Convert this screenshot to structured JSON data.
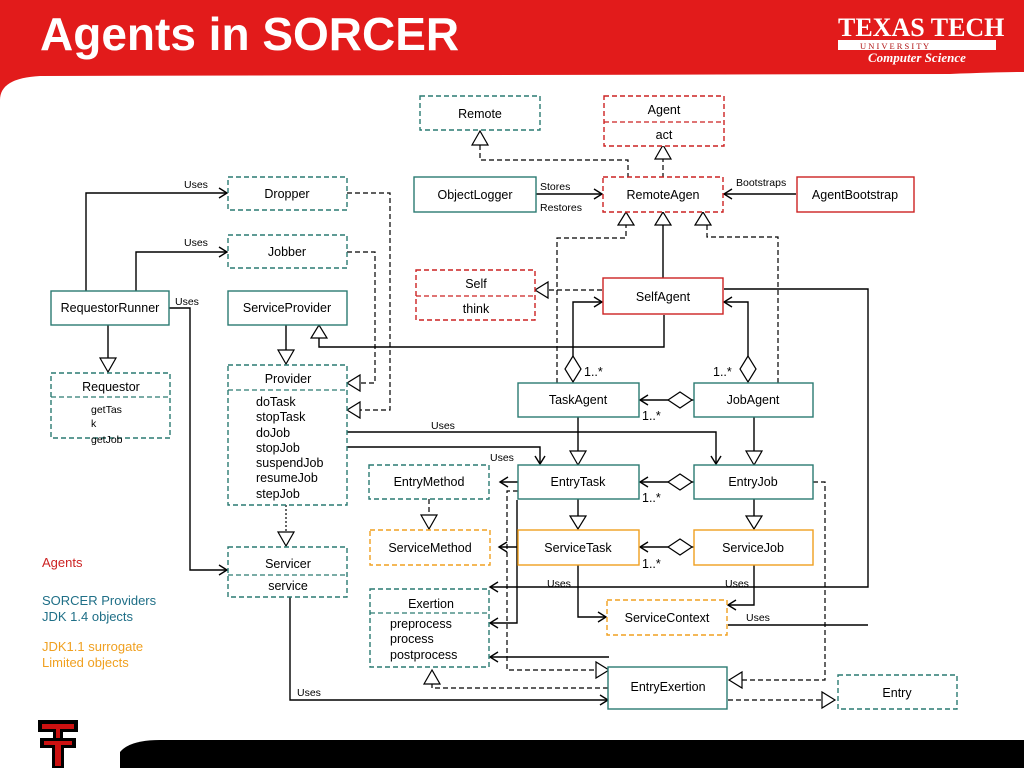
{
  "title": "Agents in SORCER",
  "logo": {
    "name": "TEXAS TECH",
    "sub": "U N I V E R S I T Y",
    "dept": "Computer Science"
  },
  "colors": {
    "header_red": "#e21b1b",
    "teal": "#2a7a72",
    "red": "#cc2222",
    "orange": "#f0a020"
  },
  "boxes": {
    "remote": "Remote",
    "agent": "Agent",
    "agent_op": "act",
    "objectlogger": "ObjectLogger",
    "remoteagent": "RemoteAgen",
    "agentbootstrap": "AgentBootstrap",
    "dropper": "Dropper",
    "jobber": "Jobber",
    "self": "Self",
    "self_op": "think",
    "selfagent": "SelfAgent",
    "requestorrunner": "RequestorRunner",
    "serviceprovider": "ServiceProvider",
    "requestor": "Requestor",
    "requestor_ops": [
      "getTas",
      "k",
      "getJob"
    ],
    "provider": "Provider",
    "provider_ops": [
      "doTask",
      "stopTask",
      "doJob",
      "stopJob",
      "suspendJob",
      "resumeJob",
      "stepJob"
    ],
    "taskagent": "TaskAgent",
    "jobagent": "JobAgent",
    "entrymethod": "EntryMethod",
    "entrytask": "EntryTask",
    "entryjob": "EntryJob",
    "servicemethod": "ServiceMethod",
    "servicetask": "ServiceTask",
    "servicejob": "ServiceJob",
    "servicer": "Servicer",
    "servicer_op": "service",
    "exertion": "Exertion",
    "exertion_ops": [
      "preprocess",
      "process",
      "postprocess"
    ],
    "servicecontext": "ServiceContext",
    "entryexertion": "EntryExertion",
    "entry": "Entry"
  },
  "edge_labels": {
    "uses": "Uses",
    "stores": "Stores",
    "restores": "Restores",
    "bootstraps": "Bootstraps",
    "mult": "1..*"
  },
  "legend": {
    "agents": "Agents",
    "providers": [
      "SORCER Providers",
      "JDK 1.4 objects"
    ],
    "surrogate": [
      "JDK1.1 surrogate",
      "Limited objects"
    ]
  }
}
